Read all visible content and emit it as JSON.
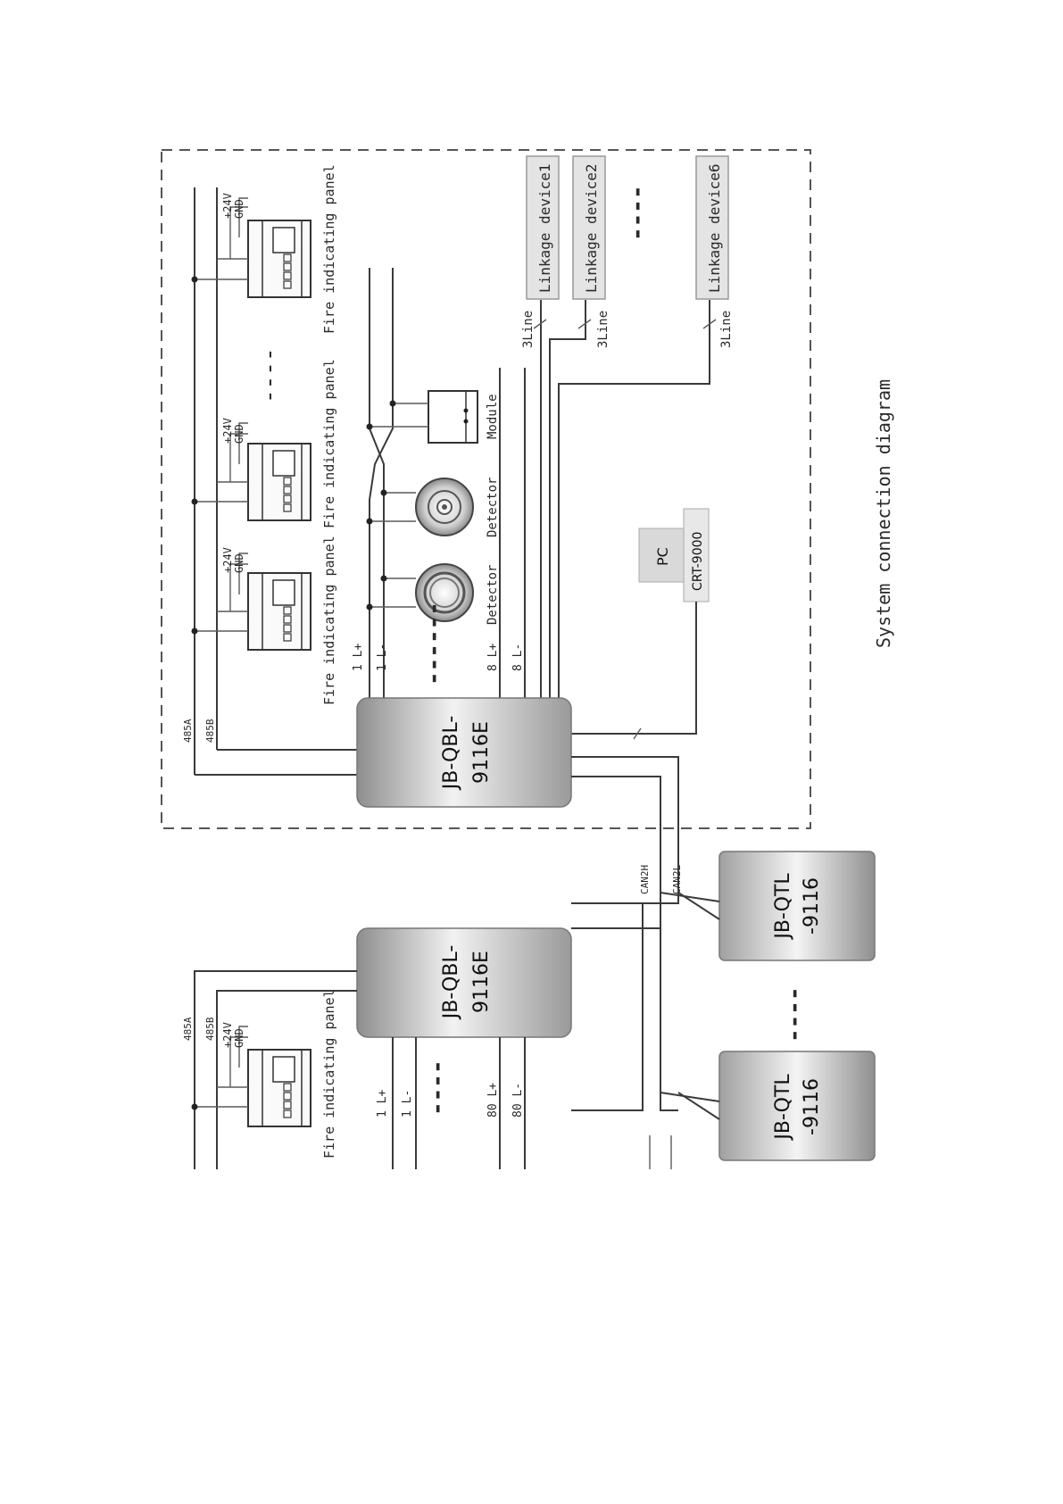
{
  "diagram": {
    "title": "System connection diagram",
    "controllers": [
      {
        "line1": "JB-QBL-",
        "line2": "9116E"
      },
      {
        "line1": "JB-QBL-",
        "line2": "9116E"
      }
    ],
    "repeaters": [
      {
        "line1": "JB-QTL",
        "line2": "-9116"
      },
      {
        "line1": "JB-QTL",
        "line2": "-9116"
      }
    ],
    "pc": {
      "label": "PC",
      "software": "CRT-9000"
    },
    "linkage_devices": [
      "Linkage device1",
      "Linkage device2",
      "Linkage device6"
    ],
    "line_label": "3Line",
    "panel_label": "Fire indicating panel",
    "detector_label": "Detector",
    "module_label": "Module",
    "power_plus": "+24V",
    "power_gnd": "GND",
    "rs485_a": "485A",
    "rs485_b": "485B",
    "can_h": "CAN2H",
    "can_l": "CAN2L",
    "loops_main": {
      "l1p": "1 L+",
      "l1m": "1 L-",
      "l8p": "8 L+",
      "l8m": "8 L-"
    },
    "loops_second": {
      "l1p": "1 L+",
      "l1m": "1 L-",
      "l80p": "80 L+",
      "l80m": "80 L-"
    },
    "ellipsis_long": "------",
    "ellipsis_short": "----"
  },
  "colors": {
    "line": "#3a3a3a",
    "cabinet_dark": "#8e8e8e",
    "cabinet_light": "#f2f2f2",
    "pc_box": "#d9d9d9",
    "linkage_box": "#e4e4e4"
  }
}
